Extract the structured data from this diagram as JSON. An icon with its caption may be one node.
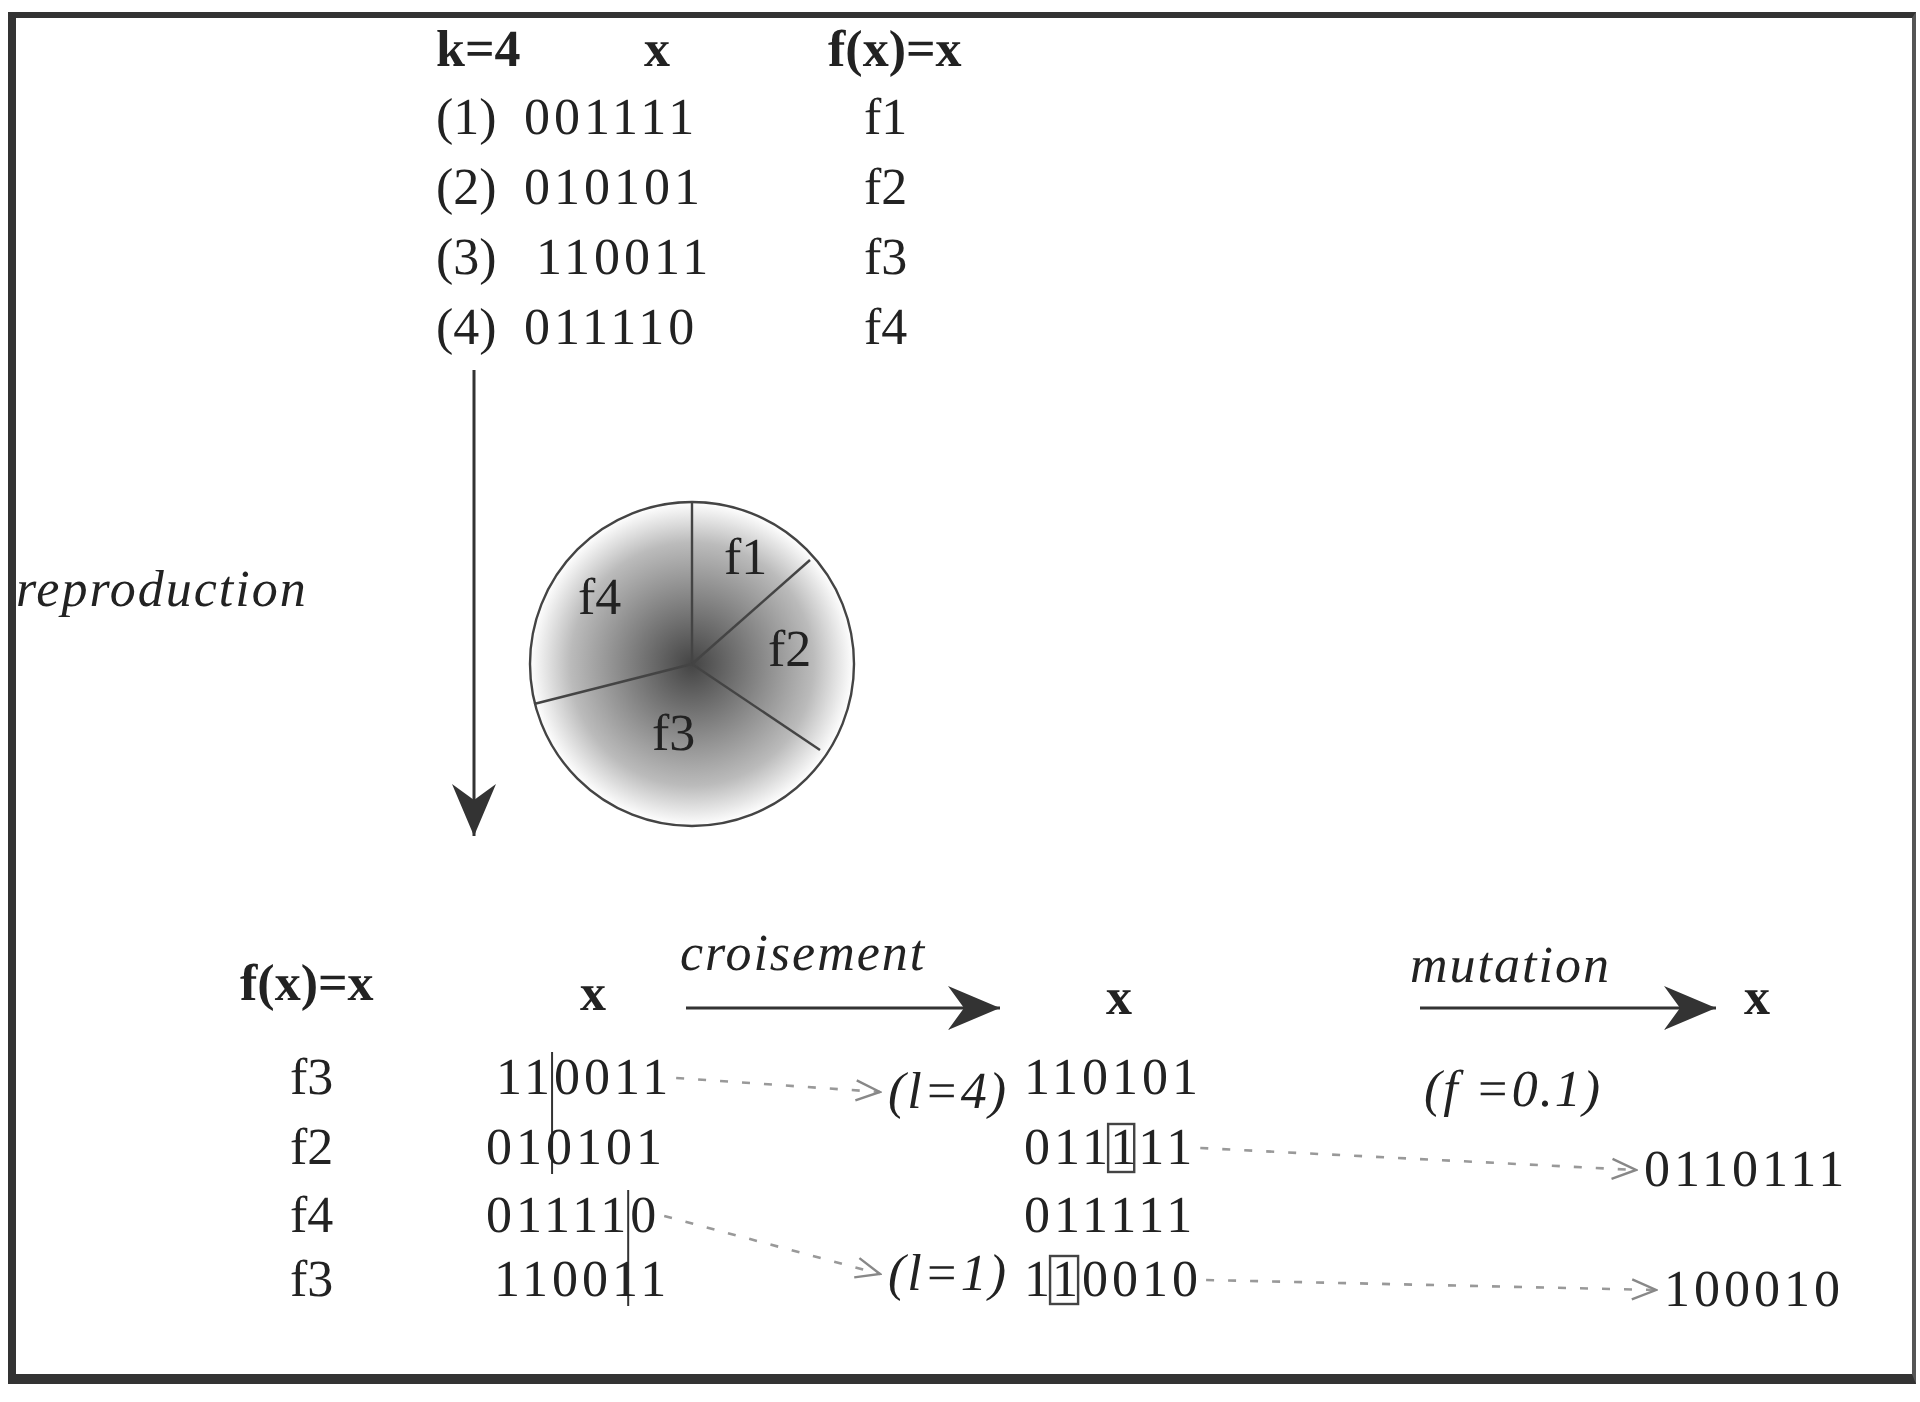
{
  "diagram": {
    "nodes": [
      {
        "text": [
          "110011"
        ]
      },
      {
        "text": [
          "(l=4)"
        ]
      },
      {
        "text": [
          "011110"
        ]
      },
      {
        "text": [
          "(l=1)"
        ]
      },
      {
        "text": [
          "011111"
        ]
      },
      {
        "text": [
          "0110111"
        ]
      },
      {
        "text": [
          "110010"
        ]
      },
      {
        "text": [
          "100010"
        ]
      }
    ],
    "edges": [
      {
        "from": 0,
        "to": 1,
        "arrow": "to",
        "style": "dashed"
      },
      {
        "from": 2,
        "to": 3,
        "arrow": "to",
        "style": "dashed"
      },
      {
        "from": 4,
        "to": 5,
        "arrow": "to",
        "style": "dashed"
      },
      {
        "from": 6,
        "to": 7,
        "arrow": "to",
        "style": "dashed"
      }
    ],
    "labels": [
      "k=4",
      "x",
      "f(x)=x",
      "(1)",
      "001111",
      "f1",
      "(2)",
      "010101",
      "f2",
      "(3)",
      "110011",
      "f3",
      "(4)",
      "011110",
      "f4",
      "reproduction",
      "f1",
      "f4",
      "f2",
      "f3",
      "croisement",
      "f(x)=x",
      "x",
      "x",
      "mutation",
      "x",
      "f3",
      "110101",
      "(f =0.1)",
      "f2",
      "010101",
      "f4",
      "011111",
      "f3",
      "110011"
    ]
  }
}
